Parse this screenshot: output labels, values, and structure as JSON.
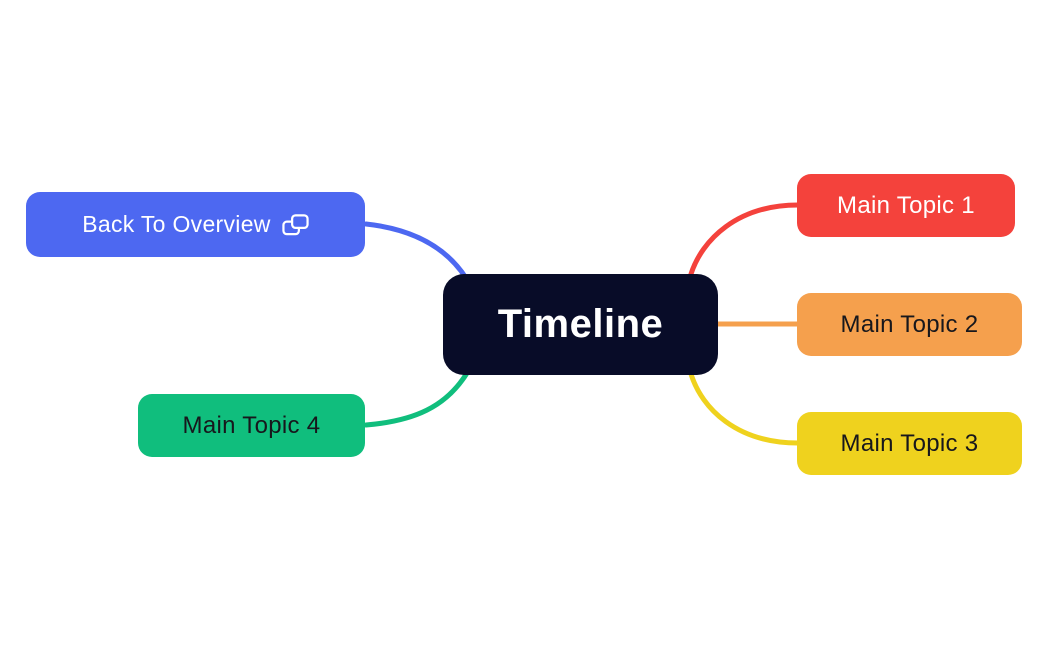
{
  "app": {
    "background_color": "#FFFFFF"
  },
  "mindmap": {
    "center_node": {
      "label": "Timeline",
      "bg_color": "#080C28",
      "text_color": "#FFFFFF"
    },
    "back_link_node": {
      "label": "Back To Overview",
      "bg_color": "#4D68F1",
      "text_color": "#FFFFFF",
      "icon": "linked-boards-icon"
    },
    "topics": [
      {
        "label": "Main Topic 1",
        "bg_color": "#F4423C",
        "text_color": "#FFFFFF",
        "side": "right-top"
      },
      {
        "label": "Main Topic 2",
        "bg_color": "#F5A04D",
        "text_color": "#17171C",
        "side": "right-middle"
      },
      {
        "label": "Main Topic 3",
        "bg_color": "#EFD21E",
        "text_color": "#17171C",
        "side": "right-bottom"
      },
      {
        "label": "Main Topic 4",
        "bg_color": "#10BE7D",
        "text_color": "#17171C",
        "side": "left-bottom"
      }
    ],
    "connectors": [
      {
        "from": "Timeline",
        "to": "Back To Overview",
        "color": "#4D68F1"
      },
      {
        "from": "Timeline",
        "to": "Main Topic 1",
        "color": "#F4423C"
      },
      {
        "from": "Timeline",
        "to": "Main Topic 2",
        "color": "#F5A04D"
      },
      {
        "from": "Timeline",
        "to": "Main Topic 3",
        "color": "#EFD21E"
      },
      {
        "from": "Timeline",
        "to": "Main Topic 4",
        "color": "#10BE7D"
      }
    ]
  }
}
